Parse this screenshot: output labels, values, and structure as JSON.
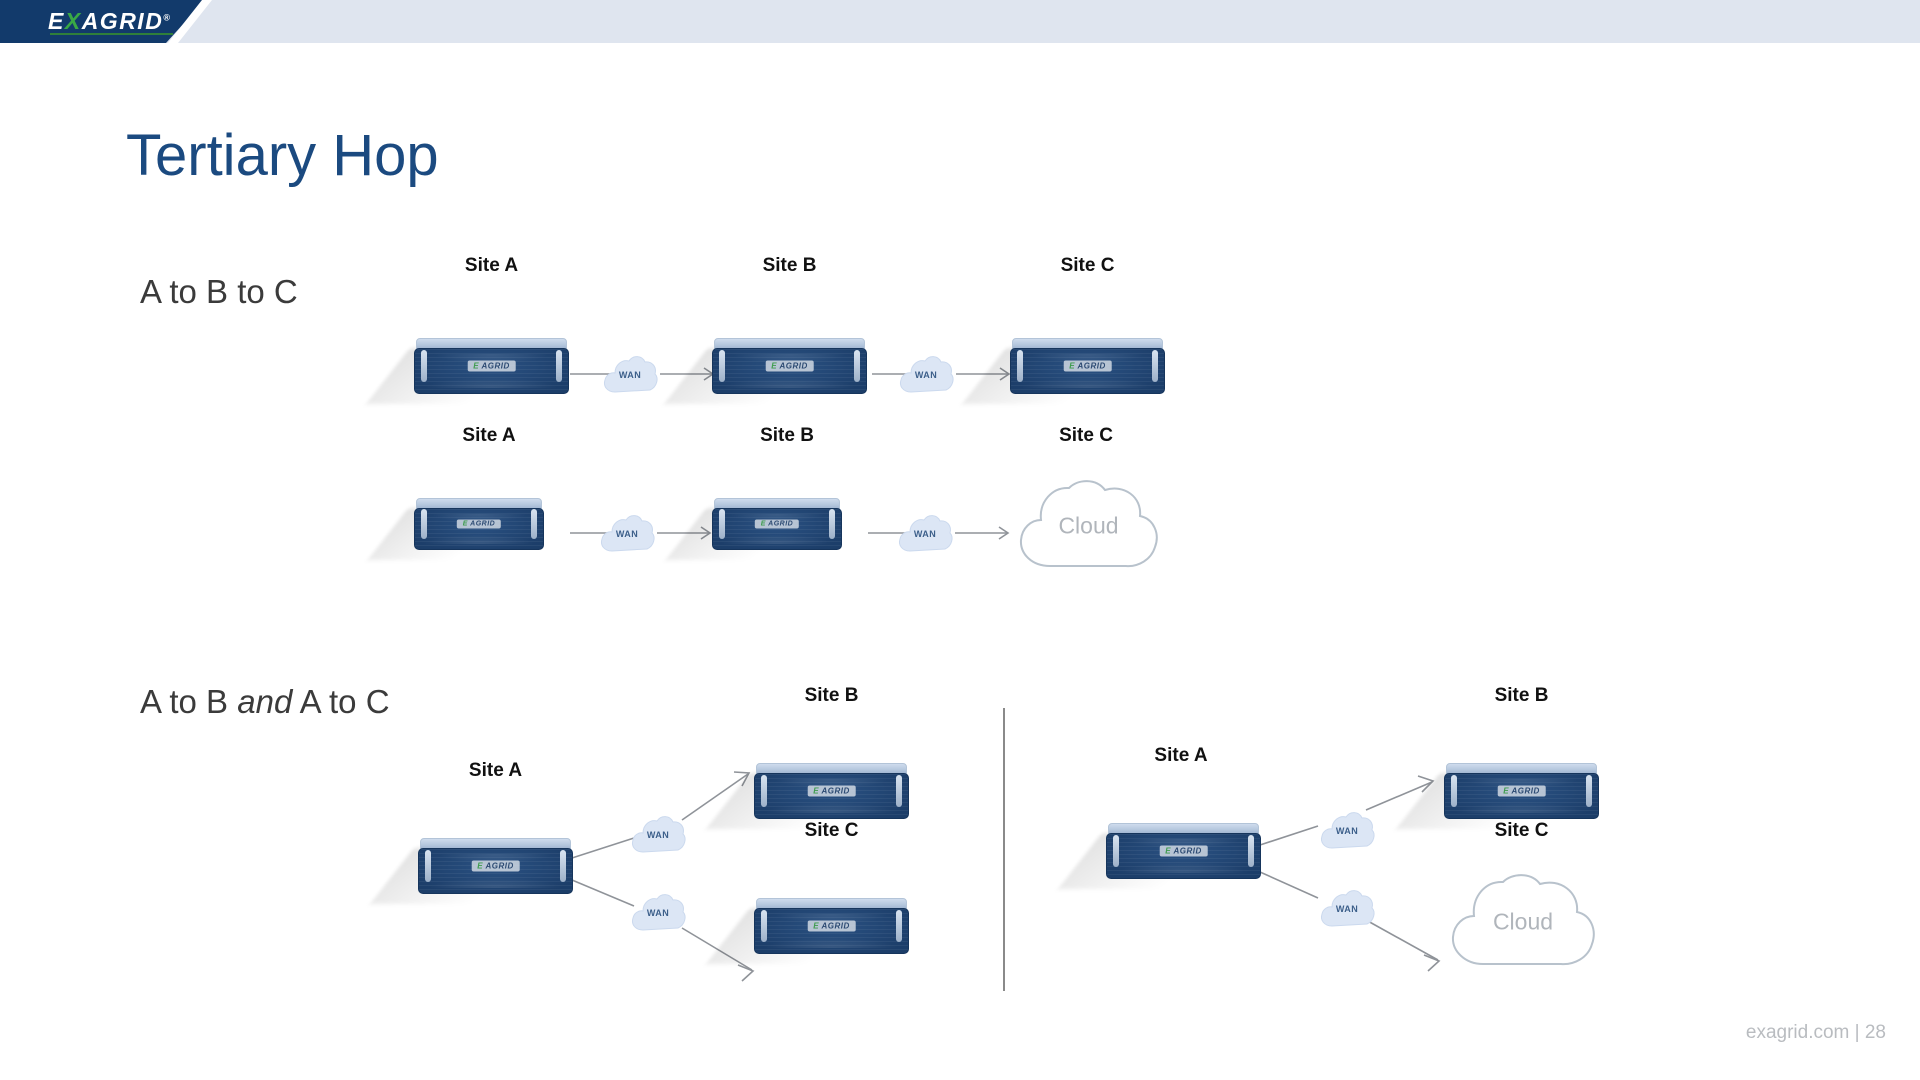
{
  "header": {
    "logo_text": "EXAGRID",
    "logo_x_letter": "X",
    "logo_tm": "®",
    "brand_navy": "#123a6b",
    "brand_green": "#39a845",
    "bar_bg": "#dfe5ef"
  },
  "page": {
    "title": "Tertiary Hop",
    "title_color": "#1b4a80",
    "background": "#ffffff"
  },
  "sections": [
    {
      "id": "a-to-b-to-c",
      "label": "A to B to C"
    },
    {
      "id": "a-to-b-and-a-to-c",
      "label_part1": "A to B ",
      "label_italic": "and",
      "label_part2": " A to C"
    }
  ],
  "labels": {
    "site_a": "Site A",
    "site_b": "Site B",
    "site_c": "Site C",
    "wan": "WAN",
    "cloud": "Cloud",
    "appliance_badge_prefix": "E",
    "appliance_badge_suffix": "AGRID"
  },
  "diagrams": [
    {
      "name": "row-1-chain",
      "nodes": [
        {
          "type": "appliance",
          "label": "Site A"
        },
        {
          "type": "wan",
          "label": "WAN"
        },
        {
          "type": "appliance",
          "label": "Site B"
        },
        {
          "type": "wan",
          "label": "WAN"
        },
        {
          "type": "appliance",
          "label": "Site C"
        }
      ]
    },
    {
      "name": "row-2-chain-to-cloud",
      "nodes": [
        {
          "type": "appliance",
          "label": "Site A"
        },
        {
          "type": "wan",
          "label": "WAN"
        },
        {
          "type": "appliance",
          "label": "Site B"
        },
        {
          "type": "wan",
          "label": "WAN"
        },
        {
          "type": "cloud",
          "label": "Site C",
          "text": "Cloud"
        }
      ]
    },
    {
      "name": "row-3-left-fanout",
      "nodes": [
        {
          "type": "appliance",
          "label": "Site A"
        },
        {
          "type": "wan",
          "label": "WAN"
        },
        {
          "type": "appliance",
          "label": "Site B"
        },
        {
          "type": "wan",
          "label": "WAN"
        },
        {
          "type": "appliance",
          "label": "Site C"
        }
      ]
    },
    {
      "name": "row-3-right-fanout",
      "nodes": [
        {
          "type": "appliance",
          "label": "Site A"
        },
        {
          "type": "wan",
          "label": "WAN"
        },
        {
          "type": "appliance",
          "label": "Site B"
        },
        {
          "type": "wan",
          "label": "WAN"
        },
        {
          "type": "cloud",
          "label": "Site C",
          "text": "Cloud"
        }
      ]
    }
  ],
  "footer": {
    "text": "exagrid.com  |  28",
    "color": "#b9bcc0"
  }
}
